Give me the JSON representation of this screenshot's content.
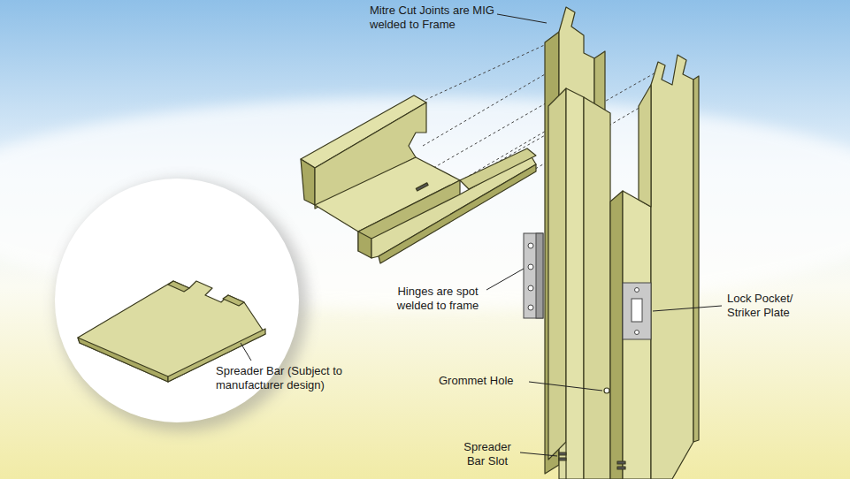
{
  "diagram": {
    "labels": [
      "Mitre Cut Joints are MIG welded to Frame",
      "Hinges are spot welded to frame",
      "Lock Pocket/ Striker Plate",
      "Grommet Hole",
      "Spreader Bar Slot",
      "Spreader Bar (Subject to manufacturer design)"
    ]
  }
}
